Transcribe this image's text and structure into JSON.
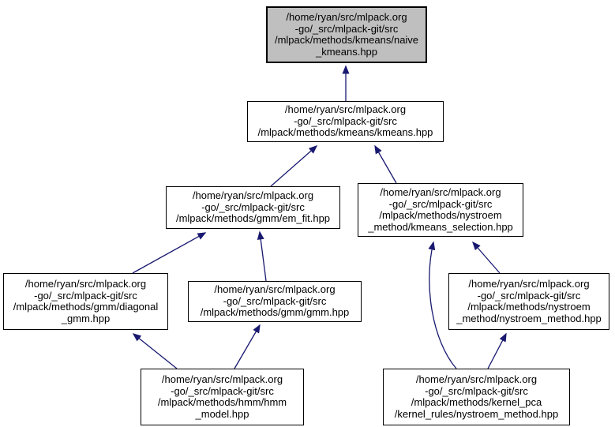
{
  "graph": {
    "type": "include-dependency-graph",
    "colors": {
      "edge": "#191970",
      "node_fill": "#ffffff",
      "highlight_fill": "#bfbfbf",
      "border": "#000000",
      "background": "#ffffff"
    },
    "nodes": [
      {
        "id": "naive_kmeans",
        "highlighted": true,
        "label": "/home/ryan/src/mlpack.org\n-go/_src/mlpack-git/src\n/mlpack/methods/kmeans/naive\n_kmeans.hpp"
      },
      {
        "id": "kmeans",
        "highlighted": false,
        "label": "/home/ryan/src/mlpack.org\n-go/_src/mlpack-git/src\n/mlpack/methods/kmeans/kmeans.hpp"
      },
      {
        "id": "em_fit",
        "highlighted": false,
        "label": "/home/ryan/src/mlpack.org\n-go/_src/mlpack-git/src\n/mlpack/methods/gmm/em_fit.hpp"
      },
      {
        "id": "kmeans_selection",
        "highlighted": false,
        "label": "/home/ryan/src/mlpack.org\n-go/_src/mlpack-git/src\n/mlpack/methods/nystroem\n_method/kmeans_selection.hpp"
      },
      {
        "id": "diagonal_gmm",
        "highlighted": false,
        "label": "/home/ryan/src/mlpack.org\n-go/_src/mlpack-git/src\n/mlpack/methods/gmm/diagonal\n_gmm.hpp"
      },
      {
        "id": "gmm",
        "highlighted": false,
        "label": "/home/ryan/src/mlpack.org\n-go/_src/mlpack-git/src\n/mlpack/methods/gmm/gmm.hpp"
      },
      {
        "id": "nystroem_method",
        "highlighted": false,
        "label": "/home/ryan/src/mlpack.org\n-go/_src/mlpack-git/src\n/mlpack/methods/nystroem\n_method/nystroem_method.hpp"
      },
      {
        "id": "hmm_model",
        "highlighted": false,
        "label": "/home/ryan/src/mlpack.org\n-go/_src/mlpack-git/src\n/mlpack/methods/hmm/hmm\n_model.hpp"
      },
      {
        "id": "kernel_pca_nystroem",
        "highlighted": false,
        "label": "/home/ryan/src/mlpack.org\n-go/_src/mlpack-git/src\n/mlpack/methods/kernel_pca\n/kernel_rules/nystroem_method.hpp"
      }
    ],
    "edges": [
      {
        "from": "kmeans",
        "to": "naive_kmeans"
      },
      {
        "from": "em_fit",
        "to": "kmeans"
      },
      {
        "from": "kmeans_selection",
        "to": "kmeans"
      },
      {
        "from": "diagonal_gmm",
        "to": "em_fit"
      },
      {
        "from": "gmm",
        "to": "em_fit"
      },
      {
        "from": "hmm_model",
        "to": "diagonal_gmm"
      },
      {
        "from": "hmm_model",
        "to": "gmm"
      },
      {
        "from": "kernel_pca_nystroem",
        "to": "kmeans_selection"
      },
      {
        "from": "kernel_pca_nystroem",
        "to": "nystroem_method"
      },
      {
        "from": "nystroem_method",
        "to": "kmeans_selection"
      }
    ]
  }
}
